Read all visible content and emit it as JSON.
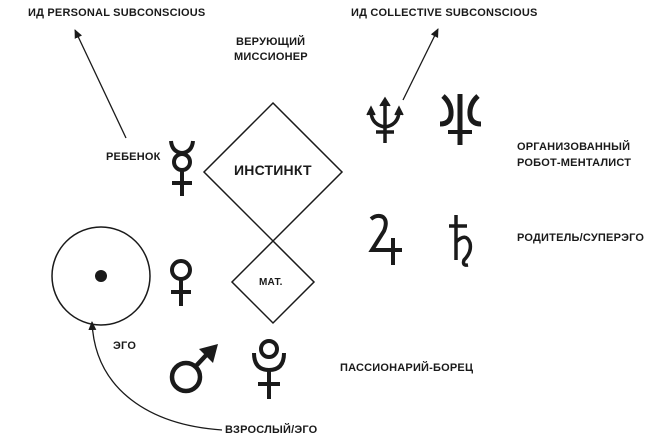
{
  "labels": {
    "id_personal": "ИД PERSONAL SUBCONSCIOUS",
    "id_collective": "ИД COLLECTIVE SUBCONSCIOUS",
    "believer_line1": "ВЕРУЮЩИЙ",
    "believer_line2": "МИССИОНЕР",
    "child": "РЕБЕНОК",
    "instinct": "ИНСТИНКТ",
    "mat": "МАТ.",
    "organized_line1": "ОРГАНИЗОВАННЫЙ",
    "organized_line2": "РОБОТ-МЕНТАЛИСТ",
    "parent": "РОДИТЕЛЬ/СУПЕРЭГО",
    "ego": "ЭГО",
    "passionary": "ПАССИОНАРИЙ-БОРЕЦ",
    "adult": "ВЗРОСЛЫЙ/ЭГО"
  },
  "symbols": {
    "mercury": "mercury-icon",
    "sun": "sun-icon",
    "venus": "venus-icon",
    "mars": "mars-icon",
    "pluto": "pluto-icon",
    "neptune": "neptune-icon",
    "neptune_alt": "neptune-alt-icon",
    "jupiter": "jupiter-icon",
    "saturn": "saturn-icon"
  },
  "colors": {
    "ink": "#1a1a1a",
    "background": "#ffffff"
  }
}
